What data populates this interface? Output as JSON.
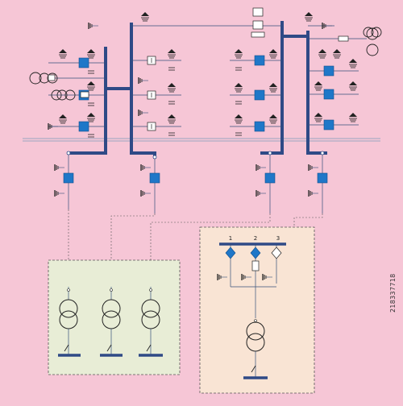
{
  "diagram": {
    "colors": {
      "background": "#f6c6d6",
      "bus": "#2f4a86",
      "switch": "#1f77c8",
      "wire": "#36507a",
      "left_box_fill": "#e8edd6",
      "right_box_fill": "#f9e4d4"
    },
    "node_labels": [
      "1",
      "2",
      "3"
    ],
    "stock_id": "218337718"
  }
}
